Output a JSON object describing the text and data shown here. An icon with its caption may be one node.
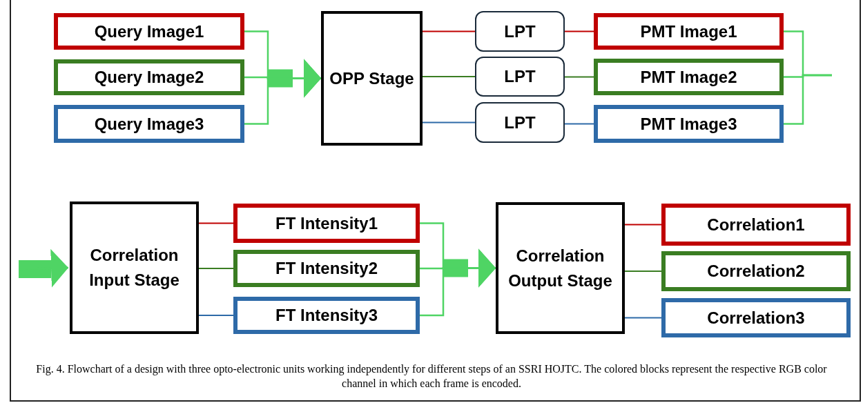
{
  "diagram": {
    "caption": "Fig. 4. Flowchart of a design with three opto-electronic units working independently for different steps of an SSRI HOJTC. The colored blocks represent the respective RGB color channel in which each frame is encoded.",
    "nodes": [
      {
        "text": [
          "Query Image1"
        ]
      },
      {
        "text": [
          "Query Image2"
        ]
      },
      {
        "text": [
          "Query Image3"
        ]
      },
      {
        "text": [
          "OPP Stage"
        ]
      },
      {
        "text": [
          "LPT"
        ]
      },
      {
        "text": [
          "LPT"
        ]
      },
      {
        "text": [
          "LPT"
        ]
      },
      {
        "text": [
          "PMT Image1"
        ]
      },
      {
        "text": [
          "PMT Image2"
        ]
      },
      {
        "text": [
          "PMT Image3"
        ]
      },
      {
        "text": [
          "Correlation Input Stage"
        ]
      },
      {
        "text": [
          "FT Intensity1"
        ]
      },
      {
        "text": [
          "FT Intensity2"
        ]
      },
      {
        "text": [
          "FT Intensity3"
        ]
      },
      {
        "text": [
          "Correlation Output Stage"
        ]
      },
      {
        "text": [
          "Correlation1"
        ]
      },
      {
        "text": [
          "Correlation2"
        ]
      },
      {
        "text": [
          "Correlation3"
        ]
      }
    ],
    "edges": [
      {
        "from": 0,
        "to": 3,
        "arrow": "to",
        "color": "#4fd464"
      },
      {
        "from": 1,
        "to": 3,
        "arrow": "to",
        "color": "#4fd464"
      },
      {
        "from": 2,
        "to": 3,
        "arrow": "to",
        "color": "#4fd464"
      },
      {
        "from": 3,
        "to": 4,
        "arrow": "none",
        "color": "#c00000"
      },
      {
        "from": 3,
        "to": 5,
        "arrow": "none",
        "color": "#3a7d22"
      },
      {
        "from": 3,
        "to": 6,
        "arrow": "none",
        "color": "#2e6aa8"
      },
      {
        "from": 4,
        "to": 7,
        "arrow": "none",
        "color": "#c00000"
      },
      {
        "from": 5,
        "to": 8,
        "arrow": "none",
        "color": "#3a7d22"
      },
      {
        "from": 6,
        "to": 9,
        "arrow": "none",
        "color": "#2e6aa8"
      },
      {
        "from": 7,
        "to": null,
        "arrow": "none",
        "color": "#4fd464"
      },
      {
        "from": 8,
        "to": null,
        "arrow": "none",
        "color": "#4fd464"
      },
      {
        "from": 9,
        "to": null,
        "arrow": "none",
        "color": "#4fd464"
      },
      {
        "from": null,
        "to": 10,
        "arrow": "to",
        "color": "#4fd464"
      },
      {
        "from": 10,
        "to": 11,
        "arrow": "none",
        "color": "#c00000"
      },
      {
        "from": 10,
        "to": 12,
        "arrow": "none",
        "color": "#3a7d22"
      },
      {
        "from": 10,
        "to": 13,
        "arrow": "none",
        "color": "#2e6aa8"
      },
      {
        "from": 11,
        "to": 14,
        "arrow": "to",
        "color": "#4fd464"
      },
      {
        "from": 12,
        "to": 14,
        "arrow": "to",
        "color": "#4fd464"
      },
      {
        "from": 13,
        "to": 14,
        "arrow": "to",
        "color": "#4fd464"
      },
      {
        "from": 14,
        "to": 15,
        "arrow": "none",
        "color": "#c00000"
      },
      {
        "from": 14,
        "to": 16,
        "arrow": "none",
        "color": "#3a7d22"
      },
      {
        "from": 14,
        "to": 17,
        "arrow": "none",
        "color": "#2e6aa8"
      }
    ]
  }
}
